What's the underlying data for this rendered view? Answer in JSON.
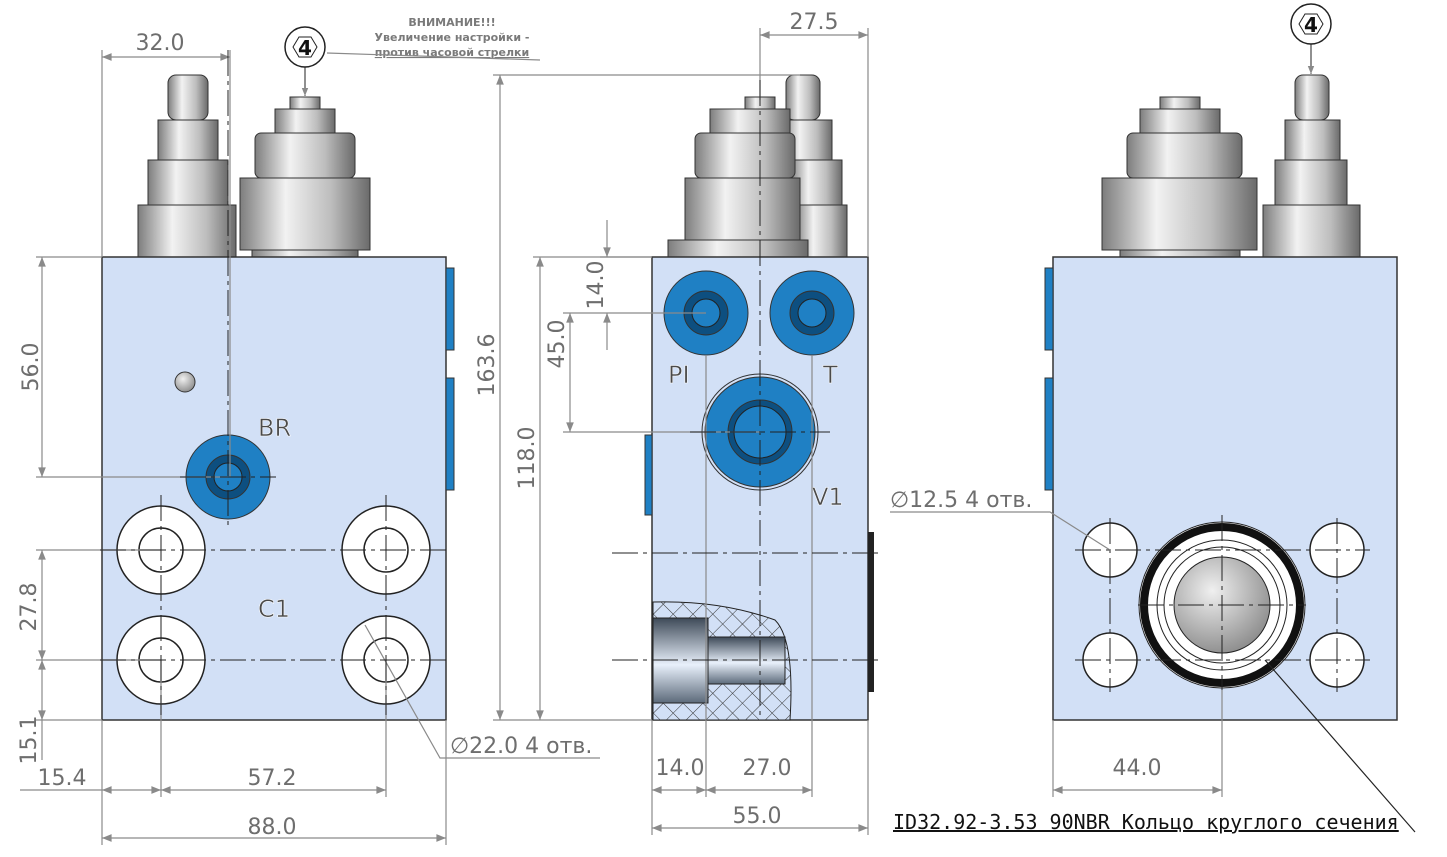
{
  "warning": {
    "line1": "ВНИМАНИЕ!!!",
    "line2": "Увеличение настройки -",
    "line3": "против часовой стрелки"
  },
  "callouts": [
    "4",
    "4"
  ],
  "front_view": {
    "dims": {
      "top_width": "32.0",
      "v_56": "56.0",
      "v_27_8": "27.8",
      "v_15_1": "15.1",
      "h_15_4": "15.4",
      "h_57_2": "57.2",
      "h_88": "88.0",
      "holes": "∅22.0 4 отв."
    },
    "ports": {
      "br": "BR",
      "c1": "C1"
    }
  },
  "side_view": {
    "dims": {
      "top_27_5": "27.5",
      "v_163_6": "163.6",
      "v_118": "118.0",
      "v_45": "45.0",
      "v_14": "14.0",
      "h_14": "14.0",
      "h_27": "27.0",
      "h_55": "55.0"
    },
    "ports": {
      "pi": "PI",
      "t": "T",
      "v1": "V1"
    }
  },
  "rear_view": {
    "dims": {
      "holes": "∅12.5 4 отв.",
      "h_44": "44.0"
    },
    "note": "ID32.92-3.53 90NBR Кольцо круглого сечения"
  },
  "colors": {
    "block": "#d2e0f6",
    "port": "#1f80c4",
    "port_dark": "#0d4f80"
  }
}
